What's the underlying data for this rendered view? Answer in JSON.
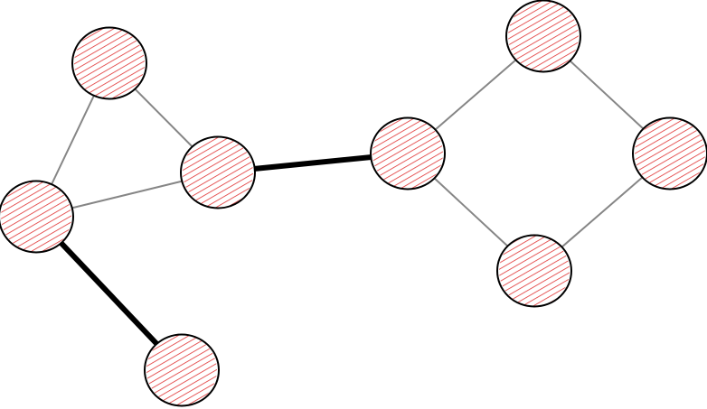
{
  "diagram": {
    "type": "graph",
    "style": "hand-drawn",
    "colors": {
      "node_fill_hatch": "#e03131",
      "node_stroke": "#000000",
      "edge_normal": "#868686",
      "edge_emphasis": "#000000",
      "background": "#ffffff"
    },
    "nodes": [
      "n1",
      "n2",
      "n3",
      "n4",
      "n5",
      "n6",
      "n7",
      "n8"
    ],
    "edges": [
      {
        "from": "n1",
        "to": "n2",
        "emphasis": false
      },
      {
        "from": "n1",
        "to": "n3",
        "emphasis": false
      },
      {
        "from": "n3",
        "to": "n2",
        "emphasis": false
      },
      {
        "from": "n3",
        "to": "n4",
        "emphasis": true
      },
      {
        "from": "n2",
        "to": "n5",
        "emphasis": true
      },
      {
        "from": "n5",
        "to": "n6",
        "emphasis": false
      },
      {
        "from": "n6",
        "to": "n7",
        "emphasis": false
      },
      {
        "from": "n7",
        "to": "n8",
        "emphasis": false
      },
      {
        "from": "n8",
        "to": "n5",
        "emphasis": false
      }
    ]
  }
}
